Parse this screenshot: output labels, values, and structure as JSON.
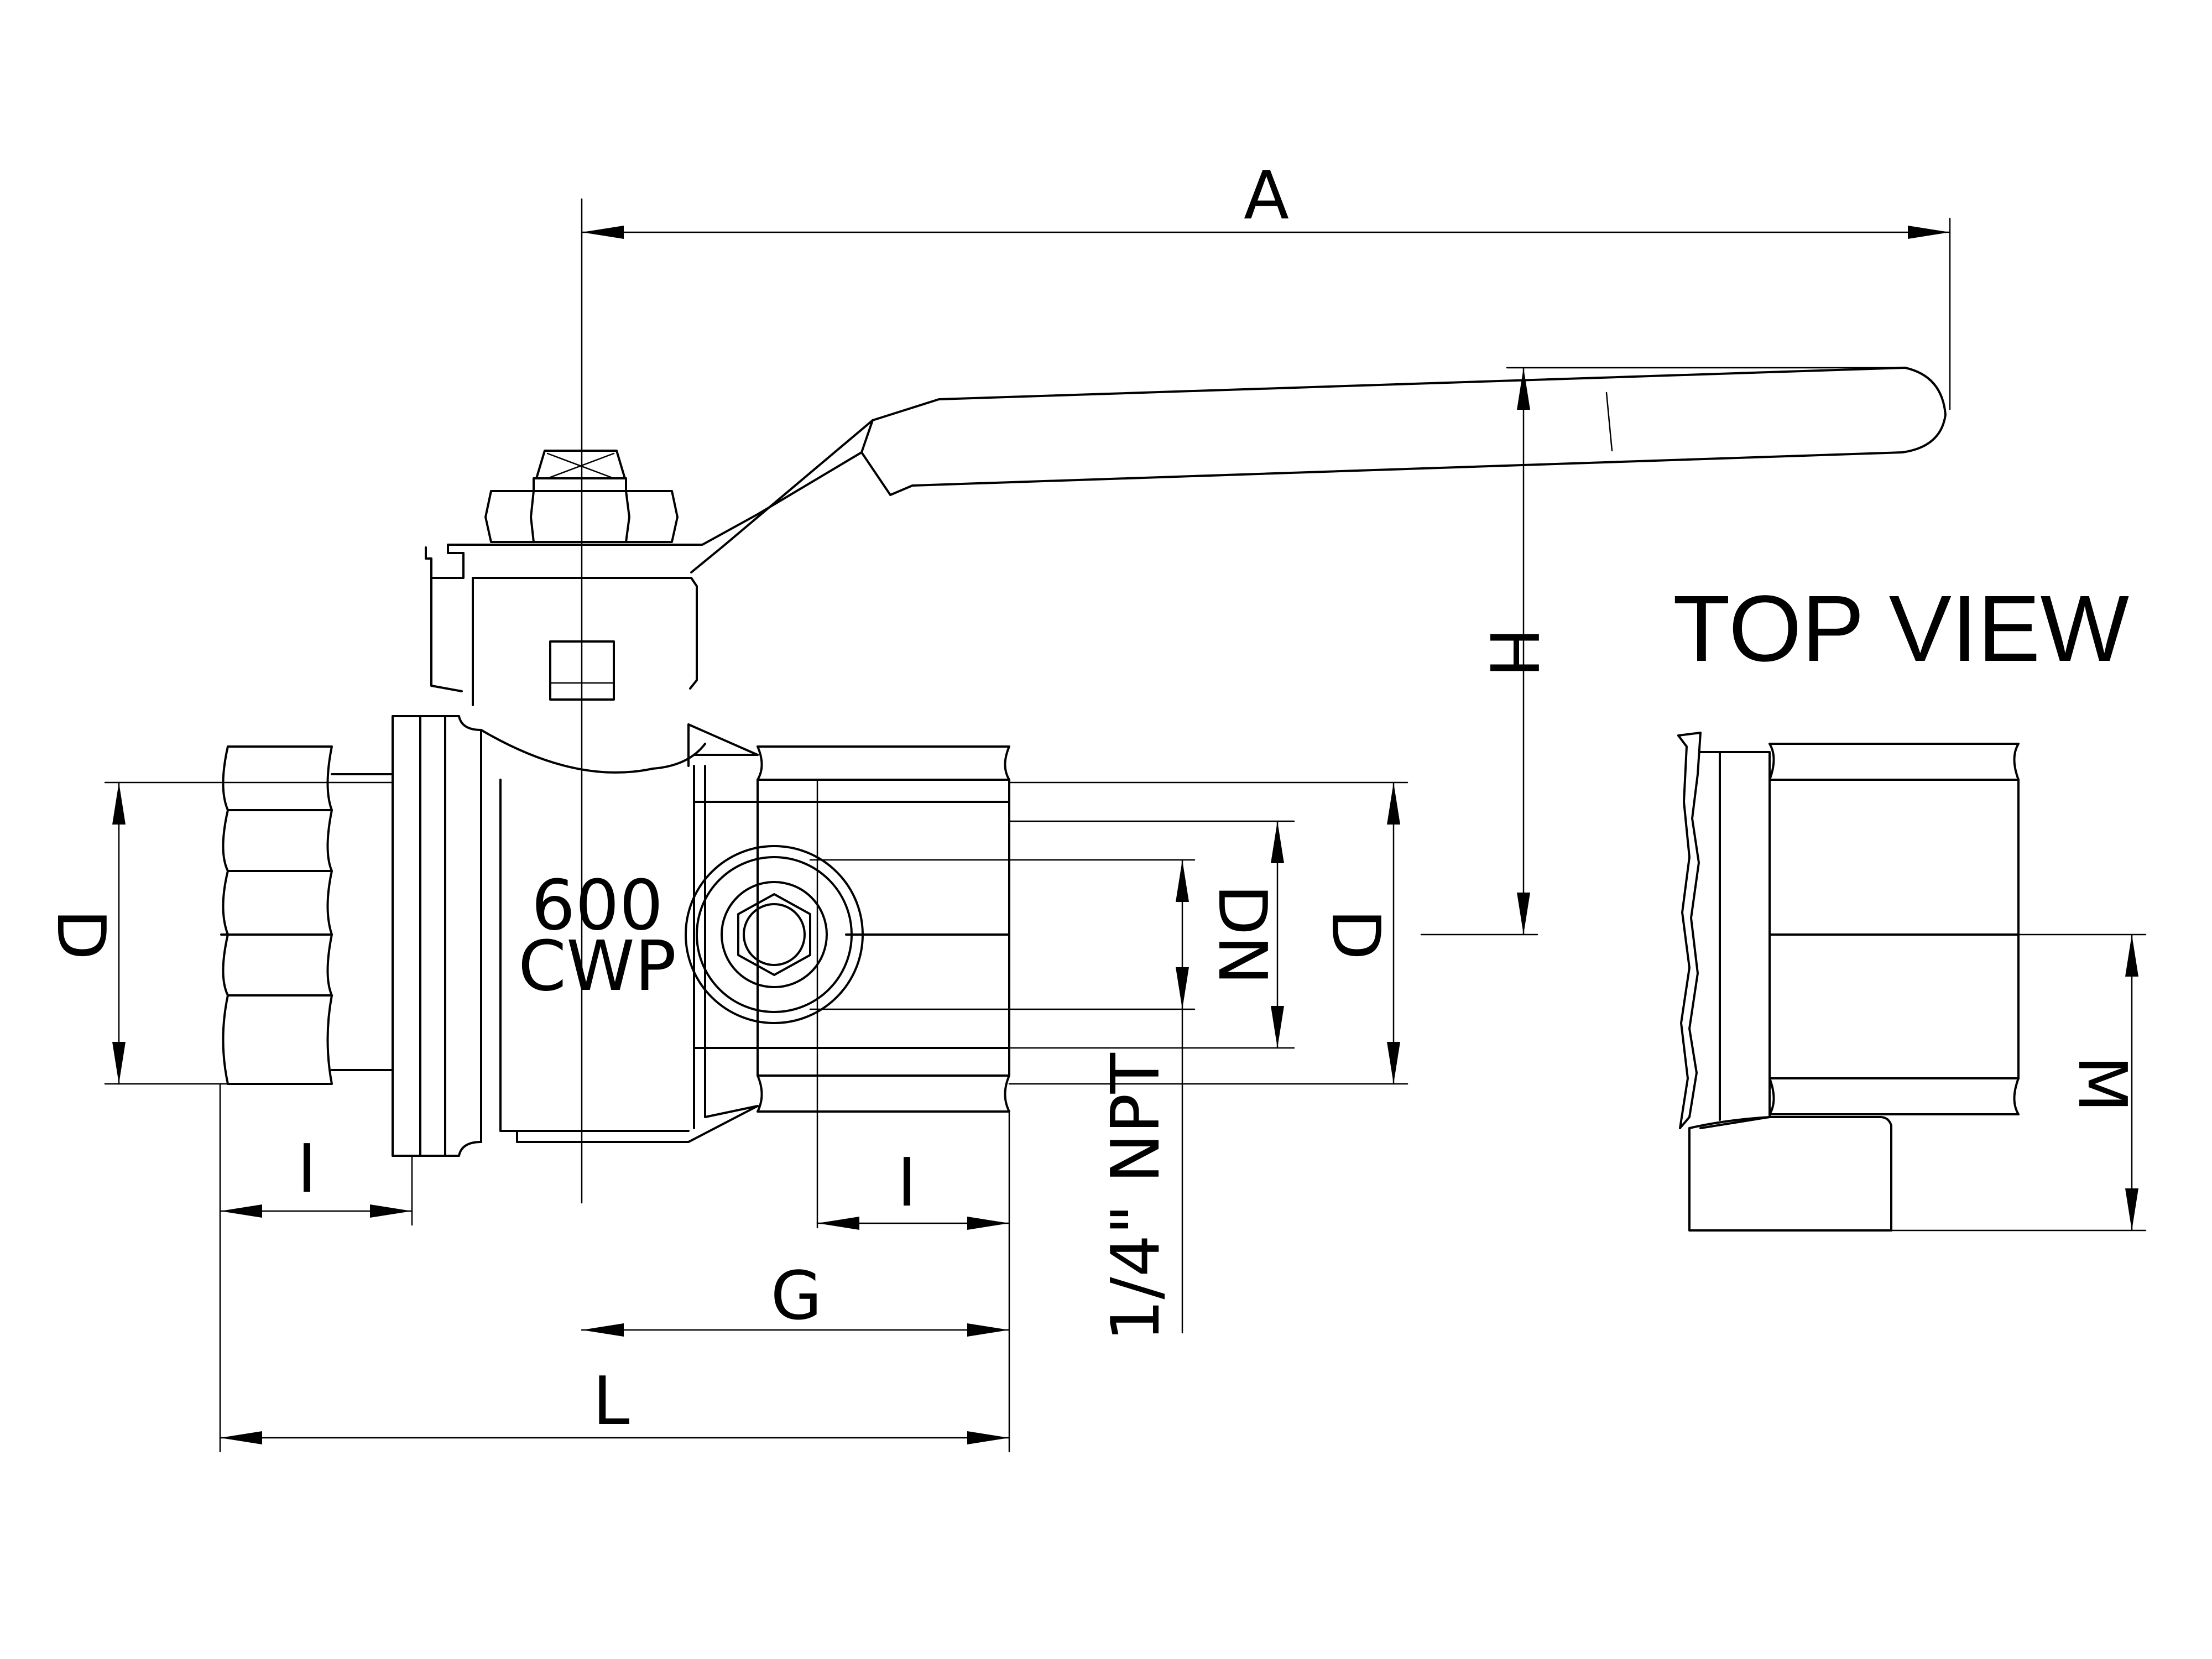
{
  "labels": {
    "A": "A",
    "H": "H",
    "handle_mark": "I",
    "D_left": "D",
    "D_right": "D",
    "DN": "DN",
    "I_left": "I",
    "I_right": "I",
    "G": "G",
    "L": "L",
    "M": "M",
    "npt": "1/4\" NPT"
  },
  "body_marking": {
    "line1": "600",
    "line2": "CWP"
  },
  "top_view_title": "TOP VIEW"
}
